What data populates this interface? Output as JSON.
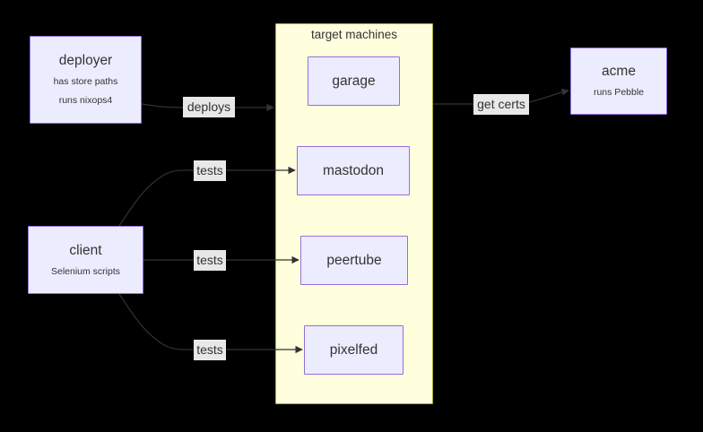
{
  "diagram": {
    "background_color": "#000000",
    "node_fill": "#ececff",
    "node_stroke": "#9370db",
    "cluster_fill": "#ffffde",
    "cluster_stroke": "#aaaa33",
    "edge_color": "#333333",
    "label_bg": "#e8e8e8"
  },
  "cluster": {
    "title": "target machines"
  },
  "nodes": {
    "deployer": {
      "title": "deployer",
      "sub1": "has store paths",
      "sub2": "runs nixops4"
    },
    "client": {
      "title": "client",
      "sub1": "Selenium scripts"
    },
    "garage": {
      "title": "garage"
    },
    "mastodon": {
      "title": "mastodon"
    },
    "peertube": {
      "title": "peertube"
    },
    "pixelfed": {
      "title": "pixelfed"
    },
    "acme": {
      "title": "acme",
      "sub1": "runs Pebble"
    }
  },
  "edges": {
    "deploys": "deploys",
    "tests_mastodon": "tests",
    "tests_peertube": "tests",
    "tests_pixelfed": "tests",
    "get_certs": "get certs"
  }
}
